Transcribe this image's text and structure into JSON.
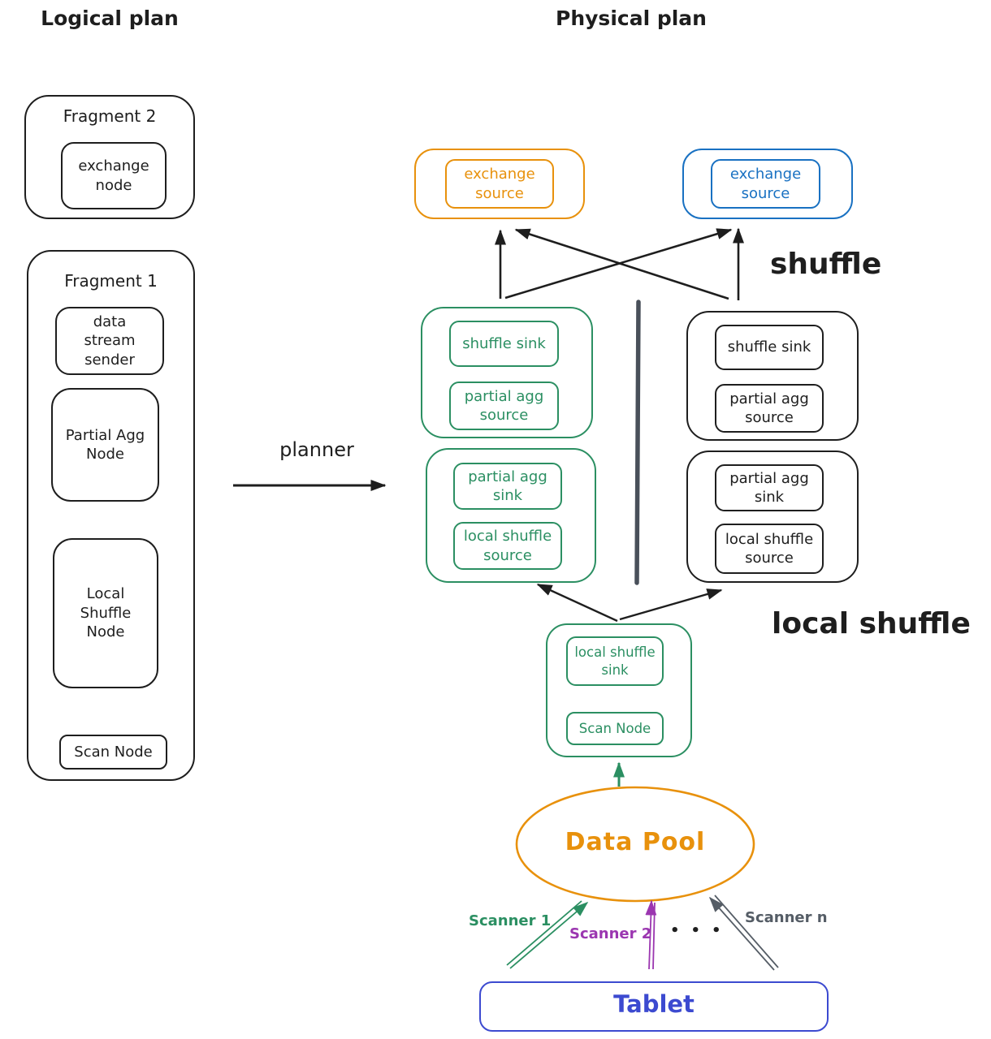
{
  "titles": {
    "logical": "Logical plan",
    "physical": "Physical plan"
  },
  "logical": {
    "fragment2": {
      "label": "Fragment 2",
      "node": "exchange\nnode"
    },
    "fragment1": {
      "label": "Fragment 1",
      "nodes": [
        "data\nstream\nsender",
        "Partial Agg\nNode",
        "Local\nShuffle\nNode",
        "Scan Node"
      ]
    }
  },
  "planner": {
    "label": "planner"
  },
  "physical": {
    "exchange_sources": [
      {
        "label": "exchange\nsource",
        "color": "#e8910c"
      },
      {
        "label": "exchange\nsource",
        "color": "#1971c2"
      }
    ],
    "shuffle_label": "shuffle",
    "local_shuffle_label": "local shuffle",
    "workers": [
      {
        "shuffle_sink": "shuffle sink",
        "partial_agg_source": "partial agg\nsource",
        "partial_agg_sink": "partial agg\nsink",
        "local_shuffle_source": "local shuffle\nsource"
      },
      {
        "shuffle_sink": "shuffle sink",
        "partial_agg_source": "partial agg\nsource",
        "partial_agg_sink": "partial agg\nsink",
        "local_shuffle_source": "local shuffle\nsource"
      }
    ],
    "scan_unit": {
      "local_shuffle_sink": "local shuffle\nsink",
      "scan_node": "Scan Node"
    },
    "data_pool": "Data Pool",
    "scanners": [
      {
        "label": "Scanner 1",
        "color": "#2b8f62"
      },
      {
        "label": "Scanner 2",
        "color": "#9b36b0"
      },
      {
        "label": "Scanner n",
        "color": "#555d66"
      }
    ],
    "dots": "•••",
    "tablet": "Tablet"
  },
  "colors": {
    "ink": "#1e1e1e",
    "green": "#2b8f62",
    "orange": "#e8910c",
    "blue": "#1971c2",
    "purple": "#9b36b0",
    "gray": "#555d66",
    "divider": "#49505a",
    "tablet_blue": "#3c4ad0"
  }
}
